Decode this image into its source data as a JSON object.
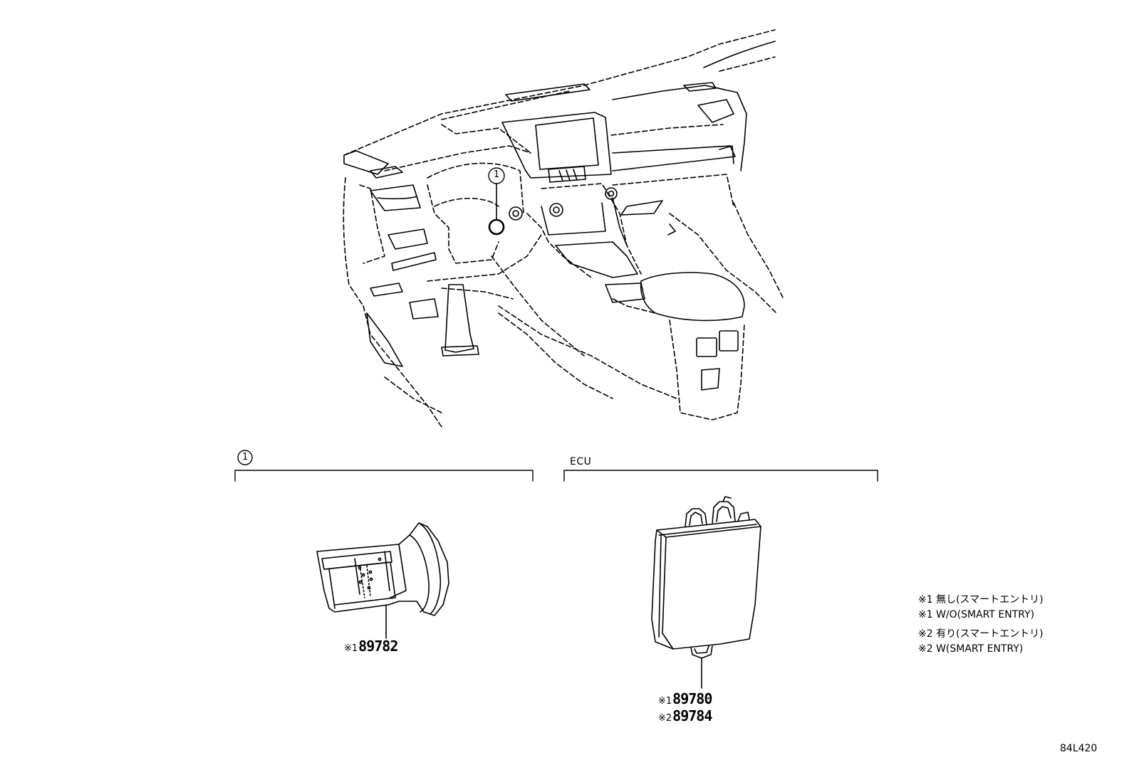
{
  "callout": {
    "number": "1"
  },
  "groups": {
    "switch": {
      "label": "1"
    },
    "ecu": {
      "label": "ECU"
    }
  },
  "parts": {
    "switch": {
      "mark": "※1",
      "number": "89782"
    },
    "ecu": [
      {
        "mark": "※1",
        "number": "89780"
      },
      {
        "mark": "※2",
        "number": "89784"
      }
    ]
  },
  "notes": [
    "※1 無し(スマートエントリ)",
    "※1 W/O(SMART ENTRY)",
    "※2 有り(スマートエントリ)",
    "※2 W(SMART ENTRY)"
  ],
  "diagram_ref": "84L420",
  "colors": {
    "line": "#000000",
    "background": "#ffffff"
  }
}
